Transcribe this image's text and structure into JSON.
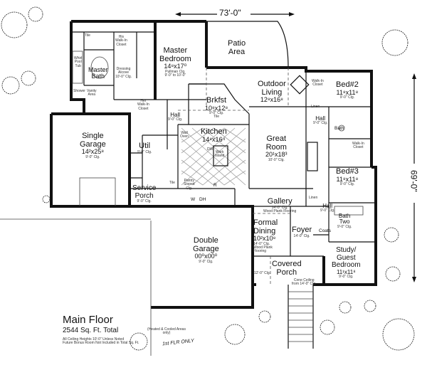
{
  "plan": {
    "overall_width": "73'-0\"",
    "overall_depth": "69'-0\"",
    "title": "Main Floor",
    "area": "2544 Sq. Ft. Total",
    "area_note": "(Heated & Cooled Areas only)",
    "notes": "All Ceiling Heights 10'-0\" Unless Noted\nFuture Bonus Room Not Included in Total Sq. Ft.",
    "handwritten": "1st FLR ONLY"
  },
  "rooms": {
    "master_bedroom": {
      "name": "Master\nBedroom",
      "dim": "14⁸x17⁰",
      "note": "Pullman Clg.\n9'-0\" to 10'-0\""
    },
    "patio": {
      "name": "Patio\nArea"
    },
    "master_bath": {
      "name": "Master\nBath"
    },
    "his_closet_top": {
      "name": "His\nWalk-In\nCloset"
    },
    "her_closet": {
      "name": "Her\nWalk-In\nCloset"
    },
    "dressing": {
      "name": "Dressing\nAlcove\n10'-0\" Clg."
    },
    "whirlpool": {
      "name": "Whirl\nPool\nTub"
    },
    "shower": {
      "name": "Shower"
    },
    "vanity": {
      "name": "Vanity\nArea"
    },
    "tile": {
      "name": "Tile"
    },
    "outdoor_living": {
      "name": "Outdoor\nLiving",
      "dim": "12⁸x16⁸"
    },
    "brkfst": {
      "name": "Brkfst",
      "dim": "10⁸x12⁸",
      "note": "9'-0\" Clg.\nTile"
    },
    "kitchen": {
      "name": "Kitchen",
      "dim": "14⁸x16⁴"
    },
    "work_island": {
      "name": "Work\nIsland"
    },
    "great_room": {
      "name": "Great\nRoom",
      "dim": "20¹x18³",
      "note": "10'-0\" Clg."
    },
    "bed2": {
      "name": "Bed#2",
      "dim": "11⁸x11⁸",
      "note": "9'-0\" Clg."
    },
    "bed3": {
      "name": "Bed#3",
      "dim": "11⁸x11⁸",
      "note": "9'-0\" Clg."
    },
    "bath_right": {
      "name": "Bath"
    },
    "bath_two": {
      "name": "Bath\nTwo",
      "note": "9'-0\" Clg."
    },
    "study": {
      "name": "Study/\nGuest\nBedroom",
      "dim": "11¹x11⁸",
      "note": "9'-0\" Clg."
    },
    "hall_a": {
      "name": "Hall",
      "note": "9'-0\" Clg."
    },
    "hall_b": {
      "name": "Hall",
      "note": "9'-0\" Clg."
    },
    "hall_c": {
      "name": "Hall",
      "note": "9'-0\" Clg."
    },
    "single_garage": {
      "name": "Single\nGarage",
      "dim": "14²x25⁸",
      "note": "9'-0\" Clg."
    },
    "util": {
      "name": "Util",
      "note": "9'-0\" Clg."
    },
    "service_porch": {
      "name": "Service\nPorch",
      "note": "9'-0\" Clg."
    },
    "pantry": {
      "name": "Pantry\nSloped\nClg."
    },
    "double_garage": {
      "name": "Double\nGarage",
      "dim": "00⁰x00⁰",
      "note": "9'-0\" Clg."
    },
    "gallery": {
      "name": "Gallery",
      "note": "14'-0\" Clg.\nWood Plank Flooring"
    },
    "formal_dining": {
      "name": "Formal\nDining",
      "dim": "10²x10⁸",
      "note": "14'-0\" Clg.\nWood Plank\nFlooring"
    },
    "foyer": {
      "name": "Foyer",
      "note": "14'-0\" Clg."
    },
    "covered_porch": {
      "name": "Covered\nPorch",
      "note": "12'-0\" Clg.",
      "note2": "Cone Ceiling\nfrom 14'-0\" Clg."
    },
    "coats": {
      "name": "Coats"
    },
    "linen_a": {
      "name": "Linen"
    },
    "linen_b": {
      "name": "Linen"
    },
    "walk_in_right_a": {
      "name": "Walk-In\nCloset"
    },
    "walk_in_right_b": {
      "name": "Walk-In\nCloset"
    },
    "tile_small": {
      "name": "Tile"
    },
    "wd_w": {
      "name": "W"
    },
    "wd_d": {
      "name": "DH"
    },
    "ref": {
      "name": "R"
    },
    "dw": {
      "name": "DW"
    },
    "ovens": {
      "name": "Wall\nOven"
    }
  }
}
